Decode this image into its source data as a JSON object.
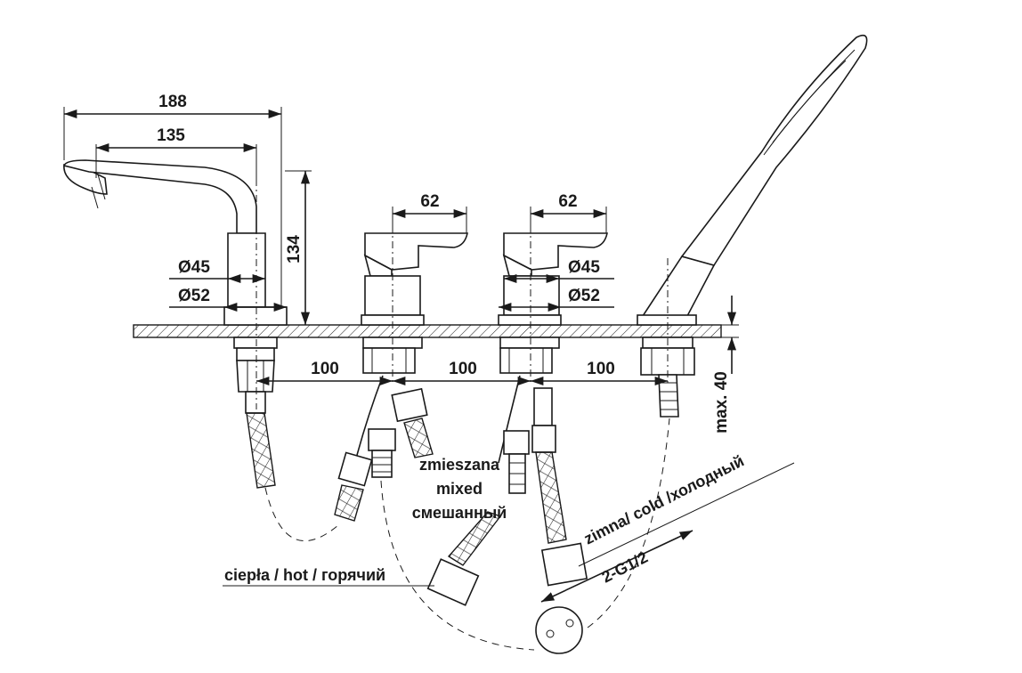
{
  "dimensions": {
    "spout_length": "188",
    "spout_reach": "135",
    "spout_height": "134",
    "spout_d45": "Ø45",
    "spout_d52": "Ø52",
    "handle1_width": "62",
    "handle1_d45": "Ø45",
    "handle1_d52": "Ø52",
    "handle2_width": "62",
    "spacing_1": "100",
    "spacing_2": "100",
    "spacing_3": "100",
    "max_deck": "max. 40"
  },
  "labels": {
    "mixed_pl": "zmieszana",
    "mixed_en": "mixed",
    "mixed_ru": "смешанный",
    "hot": "ciepła / hot / горячий",
    "cold": "zimna/ cold /холодный",
    "connection": "2-G1/2"
  },
  "colors": {
    "line": "#1a1a1a",
    "background": "#ffffff"
  }
}
